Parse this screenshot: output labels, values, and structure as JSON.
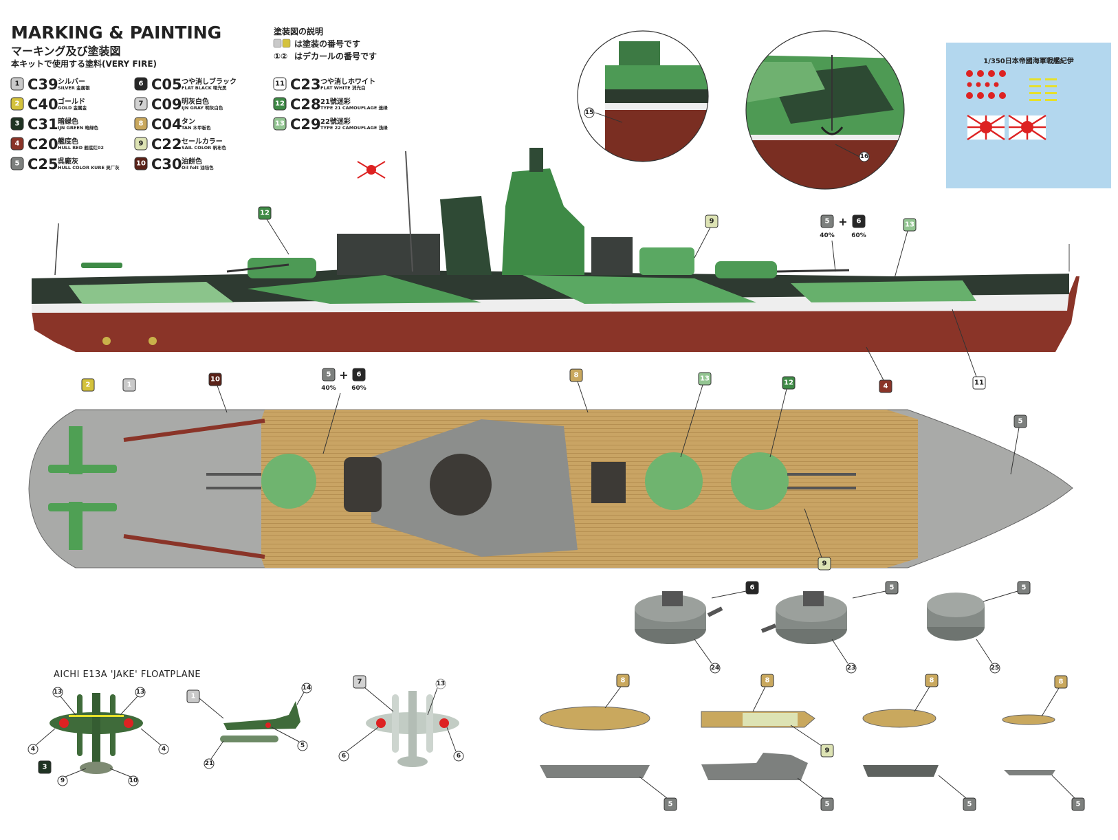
{
  "header": {
    "title": "MARKING & PAINTING",
    "subtitle_jp": "マーキング及び塗装図",
    "paints_heading": "本キットで使用する塗料(VERY FIRE)"
  },
  "legend_note": {
    "title": "塗装図の説明",
    "paint_line": "は塗装の番号です",
    "decal_sample": "①②",
    "decal_line": "はデカールの番号です"
  },
  "paints": [
    {
      "num": "1",
      "code": "C39",
      "jp": "シルバー",
      "en": "SILVER 金属银",
      "color": "#c9c9c9"
    },
    {
      "num": "2",
      "code": "C40",
      "jp": "ゴールド",
      "en": "GOLD 金属金",
      "color": "#d4c23c"
    },
    {
      "num": "3",
      "code": "C31",
      "jp": "暗緑色",
      "en": "IJN GREEN 暗绿色",
      "color": "#1f3323"
    },
    {
      "num": "4",
      "code": "C20",
      "jp": "艦底色",
      "en": "HULL RED 舰底红02",
      "color": "#8a3428"
    },
    {
      "num": "5",
      "code": "C25",
      "jp": "呉廠灰",
      "en": "HULL COLOR KURE 吴厂灰",
      "color": "#7d807e"
    },
    {
      "num": "6",
      "code": "C05",
      "jp": "つや消しブラック",
      "en": "FLAT BLACK 哑光黑",
      "color": "#262626"
    },
    {
      "num": "7",
      "code": "C09",
      "jp": "明灰白色",
      "en": "IJN GRAY 明灰白色",
      "color": "#d2d2d2"
    },
    {
      "num": "8",
      "code": "C04",
      "jp": "タン",
      "en": "TAN 木甲板色",
      "color": "#c9a85e"
    },
    {
      "num": "9",
      "code": "C22",
      "jp": "セールカラー",
      "en": "SAIL COLOR 帆布色",
      "color": "#dde3b4"
    },
    {
      "num": "10",
      "code": "C30",
      "jp": "油餅色",
      "en": "Oil felt 油毡色",
      "color": "#5a2218"
    },
    {
      "num": "11",
      "code": "C23",
      "jp": "つや消しホワイト",
      "en": "FLAT WHITE 消光白",
      "color": "#ffffff"
    },
    {
      "num": "12",
      "code": "C28",
      "jp": "21號迷彩",
      "en": "TYPE 21 CAMOUFLAGE 迷绿",
      "color": "#3f8a46"
    },
    {
      "num": "13",
      "code": "C29",
      "jp": "22號迷彩",
      "en": "TYPE 22 CAMOUFLAGE 浅绿",
      "color": "#93c592"
    }
  ],
  "mix": {
    "first": "40%",
    "second": "60%",
    "plus": "+"
  },
  "detail_views": {
    "callouts": [
      "15",
      "16"
    ]
  },
  "decal_sheet": {
    "title": "1/350日本帝國海軍戦艦紀伊"
  },
  "side_view": {
    "callouts_top": [
      "12",
      "9",
      "5",
      "6",
      "13"
    ],
    "callouts_bottom": [
      "2",
      "1",
      "4",
      "11"
    ]
  },
  "top_view": {
    "callouts": [
      "10",
      "5",
      "6",
      "8",
      "13",
      "12",
      "5",
      "9"
    ]
  },
  "turrets": {
    "paint": [
      "6",
      "5",
      "5"
    ],
    "decals": [
      "24",
      "23",
      "25"
    ]
  },
  "boats": {
    "top_paint": [
      "8",
      "8",
      "8",
      "8"
    ],
    "sail_paint": "9",
    "bottom_paint": [
      "5",
      "5",
      "5",
      "5"
    ]
  },
  "floatplane": {
    "title": "AICHI E13A  'JAKE'  FLOATPLANE",
    "top": {
      "decals": [
        "13",
        "13",
        "4",
        "4",
        "9",
        "10"
      ],
      "paint": "3"
    },
    "side": {
      "paint": "1",
      "decals": [
        "14",
        "5",
        "21"
      ]
    },
    "bottom": {
      "paint": "7",
      "decals": [
        "13",
        "6",
        "6"
      ]
    }
  }
}
